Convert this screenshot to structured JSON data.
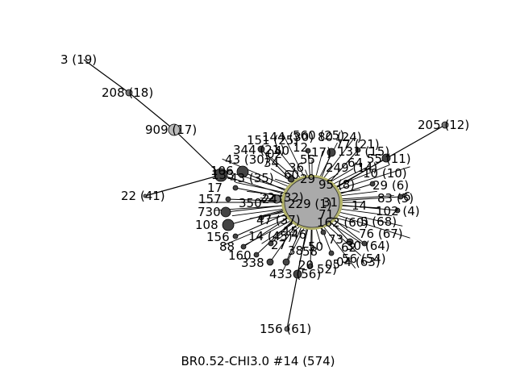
{
  "caption": "BR0.52-CHI3.0 #14 (574)",
  "colors": {
    "hub_fill": "#aaaaaa",
    "hub_ring": "#b3b36a",
    "dark_node": "#444444",
    "mid_node": "#777777",
    "light_node": "#bbbbbb",
    "edge": "#000000"
  },
  "hub": {
    "label": "229 (1)"
  },
  "outliers": [
    {
      "id": "o1",
      "label": "3 (19)"
    },
    {
      "id": "o2",
      "label": "208 (18)"
    },
    {
      "id": "o3",
      "label": "909 (17)"
    },
    {
      "id": "o4",
      "label": "205 (12)"
    },
    {
      "id": "o5",
      "label": "22 (41)"
    },
    {
      "id": "o6",
      "label": "433 (56)"
    },
    {
      "id": "o7",
      "label": "156 (61)"
    }
  ],
  "cluster_labels": [
    "133",
    "106",
    "17",
    "157",
    "730",
    "108",
    "156",
    "88",
    "160",
    "338",
    "43 (30)",
    "344 (21)",
    "151 (25)",
    "144 (30)",
    "560 (25)",
    "80 (24)",
    "77 (21)",
    "131 (15)",
    "55 (11)",
    "10 (10)",
    "29 (6)",
    "83 (5)",
    "102 (4)",
    "5 (68)",
    "76 (67)",
    "30 (64)",
    "04 (63)",
    "56 (54)",
    "52)",
    "162 (60)",
    "95 (8)",
    "249 (14)",
    "64",
    "43 (35)",
    "24",
    "22 (32)",
    "350",
    "47 (37)",
    "14 (45)",
    "15",
    "27",
    "46",
    "38",
    "58",
    "50",
    "62",
    "05",
    "20",
    "31",
    "14",
    "71",
    "73",
    "60",
    "34",
    "29",
    "36",
    "40",
    "17)",
    "55",
    "02",
    "12",
    "6"
  ]
}
